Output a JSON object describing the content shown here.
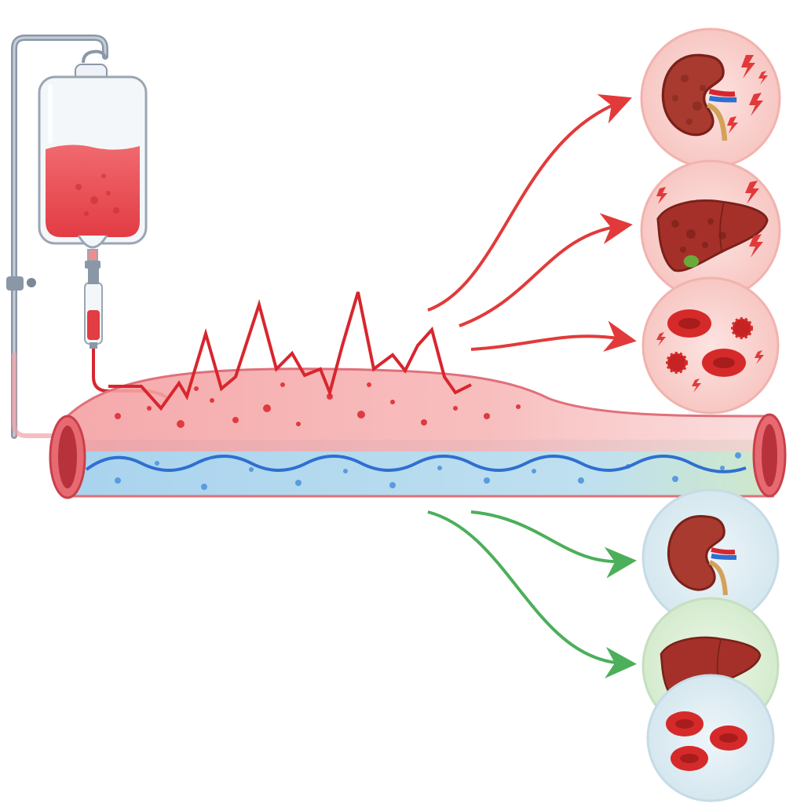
{
  "colors": {
    "background": "#ffffff",
    "infusion_red": "#e8434a",
    "spike_line": "#d8262e",
    "calm_blue": "#2f6fd0",
    "plasma_blue": "#b9dbef",
    "arrow_red": "#e23a3a",
    "arrow_green": "#4caf5a",
    "organ_dark": "#8b2323",
    "organ_mid": "#a8312c",
    "rbc": "#d62a2a",
    "damaged_bg": "#f8cdc9",
    "healthy_bg_blue": "#dcebf2",
    "healthy_bg_green": "#dcefd6",
    "pole_gray": "#8a97a6"
  },
  "icons": {
    "iv_stand": "iv-pole-icon",
    "iv_bag": "blood-bag-icon",
    "drip_chamber": "drip-chamber-icon",
    "vessel": "blood-vessel-icon",
    "kidney": "kidney-icon",
    "liver": "liver-icon",
    "red_blood_cells": "red-blood-cells-icon",
    "damage_spark": "lightning-spark-icon"
  },
  "damaged_panels": [
    {
      "organ": "kidney",
      "state": "damaged"
    },
    {
      "organ": "liver",
      "state": "damaged"
    },
    {
      "organ": "red_blood_cells",
      "state": "damaged"
    }
  ],
  "healthy_panels": [
    {
      "organ": "kidney",
      "state": "healthy"
    },
    {
      "organ": "liver",
      "state": "healthy"
    },
    {
      "organ": "red_blood_cells",
      "state": "healthy"
    }
  ]
}
